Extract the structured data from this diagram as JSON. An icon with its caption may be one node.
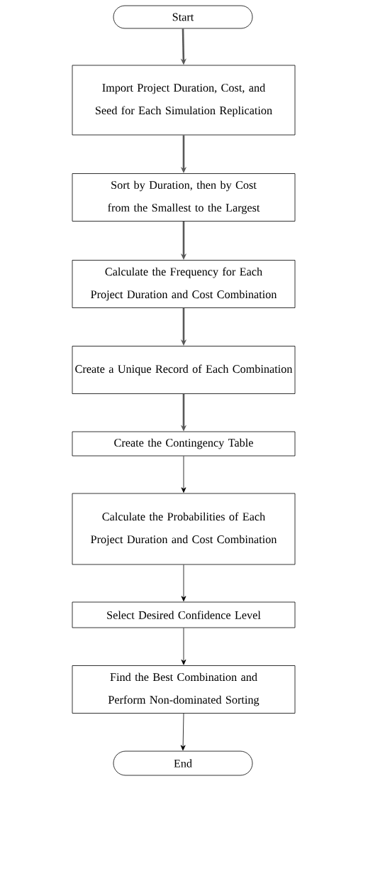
{
  "diagram": {
    "nodes": [
      {
        "text": [
          "Start"
        ]
      },
      {
        "text": [
          "Import Project Duration, Cost, and Seed for Each Simulation Replication"
        ]
      },
      {
        "text": [
          "Sort by Duration, then by Cost from the Smallest to the Largest"
        ]
      },
      {
        "text": [
          "Calculate the Frequency for Each Project Duration and Cost Combination"
        ]
      },
      {
        "text": [
          "Create a Unique Record of Each Combination"
        ]
      },
      {
        "text": [
          "Create the Contingency Table"
        ]
      },
      {
        "text": [
          "Calculate the Probabilities of Each Project Duration and Cost Combination"
        ]
      },
      {
        "text": [
          "Select Desired Confidence Level"
        ]
      },
      {
        "text": [
          "Find the Best Combination and Perform Non-dominated Sorting"
        ]
      },
      {
        "text": [
          "End"
        ]
      }
    ],
    "edges": [
      {
        "from": 0,
        "to": 1,
        "arrow": "to",
        "color": "#595959"
      },
      {
        "from": 1,
        "to": 2,
        "arrow": "to",
        "color": "#595959"
      },
      {
        "from": 2,
        "to": 3,
        "arrow": "to",
        "color": "#595959"
      },
      {
        "from": 3,
        "to": 4,
        "arrow": "to",
        "color": "#595959"
      },
      {
        "from": 4,
        "to": 5,
        "arrow": "to",
        "color": "#595959"
      },
      {
        "from": 5,
        "to": 6,
        "arrow": "to"
      },
      {
        "from": 6,
        "to": 7,
        "arrow": "to"
      },
      {
        "from": 7,
        "to": 8,
        "arrow": "to"
      },
      {
        "from": 8,
        "to": 9,
        "arrow": "to"
      }
    ]
  }
}
